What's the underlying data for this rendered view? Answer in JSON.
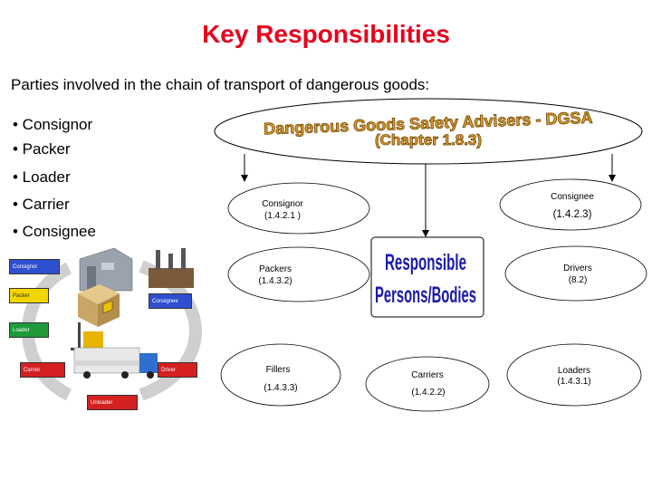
{
  "title": "Key Responsibilities",
  "subtitle": "Parties involved in the chain of transport of dangerous goods:",
  "bullets": [
    "• Consignor",
    "• Packer",
    "• Loader",
    "• Carrier",
    "• Consignee"
  ],
  "dgsa": {
    "line1": "Dangerous Goods Safety Advisers - DGSA",
    "line2": "(Chapter 1.8.3)"
  },
  "center": {
    "line1": "Responsible",
    "line2": "Persons/Bodies"
  },
  "nodes": {
    "consignor": {
      "name": "Consignor",
      "ref": "(1.4.2.1 )"
    },
    "consignee": {
      "name": "Consignee",
      "ref": "(1.4.2.3)"
    },
    "packers": {
      "name": "Packers",
      "ref": "(1.4.3.2)"
    },
    "drivers": {
      "name": "Drivers",
      "ref": "(8.2)"
    },
    "fillers": {
      "name": "Fillers",
      "ref": "(1.4.3.3)"
    },
    "carriers": {
      "name": "Carriers",
      "ref": "(1.4.2.2)"
    },
    "loaders": {
      "name": "Loaders",
      "ref": "(1.4.3.1)"
    }
  },
  "illustration": {
    "labels": [
      "Consignor",
      "Packer",
      "Consignee",
      "Loader",
      "Carrier",
      "Driver",
      "Unloader"
    ],
    "colors": {
      "blue": "#2e4fd0",
      "yellow": "#f2d600",
      "green": "#1f9a3a",
      "red": "#d42020",
      "arrow": "#c9c9c9"
    }
  },
  "colors": {
    "title": "#e8001c",
    "center_text": "#1a1aa8",
    "dgsa_fill": "#e0a22a"
  }
}
